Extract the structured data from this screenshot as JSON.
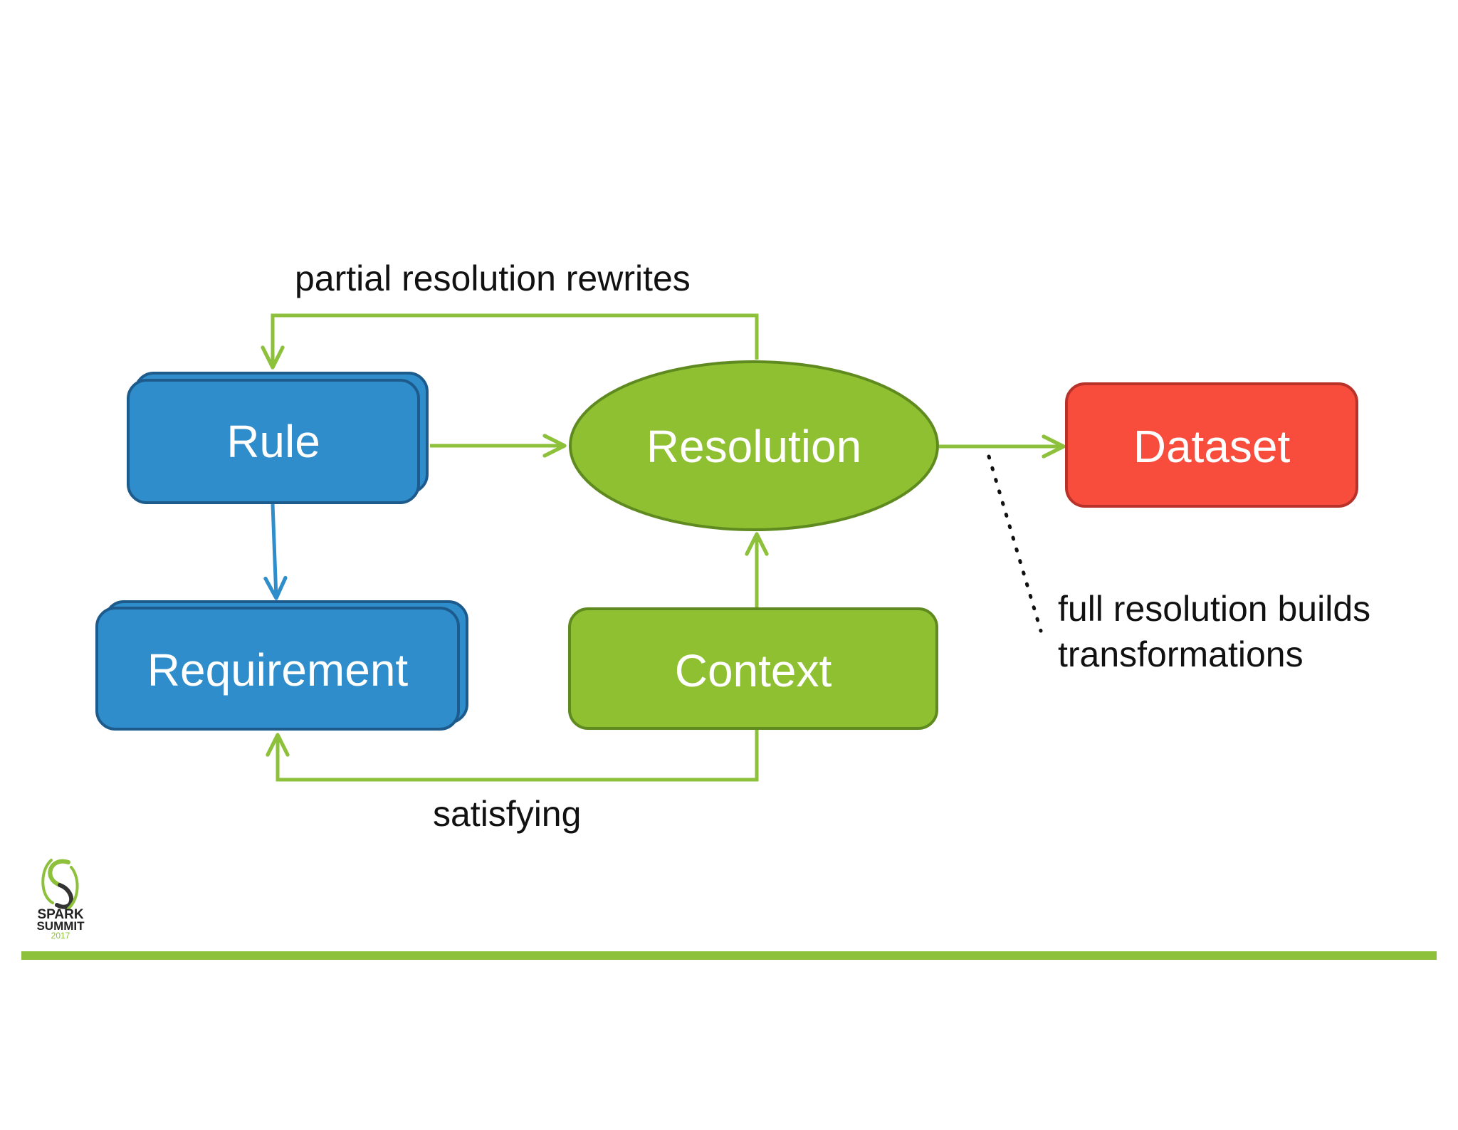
{
  "nodes": {
    "rule": "Rule",
    "requirement": "Requirement",
    "resolution": "Resolution",
    "context": "Context",
    "dataset": "Dataset"
  },
  "edge_labels": {
    "partial": "partial resolution rewrites",
    "satisfying": "satisfying",
    "full_line1": "full resolution builds",
    "full_line2": "transformations"
  },
  "logo": {
    "line1": "SPARK",
    "line2": "SUMMIT",
    "year": "2017"
  },
  "colors": {
    "blue_fill": "#2e8dca",
    "blue_stroke": "#1d5b8c",
    "green_fill": "#8fc031",
    "green_stroke": "#5f8a1f",
    "red_fill": "#f84c3d",
    "red_stroke": "#b9322a",
    "arrow_green": "#8dc03b",
    "arrow_blue": "#2e8dca",
    "footer_bar": "#8dc03b"
  }
}
